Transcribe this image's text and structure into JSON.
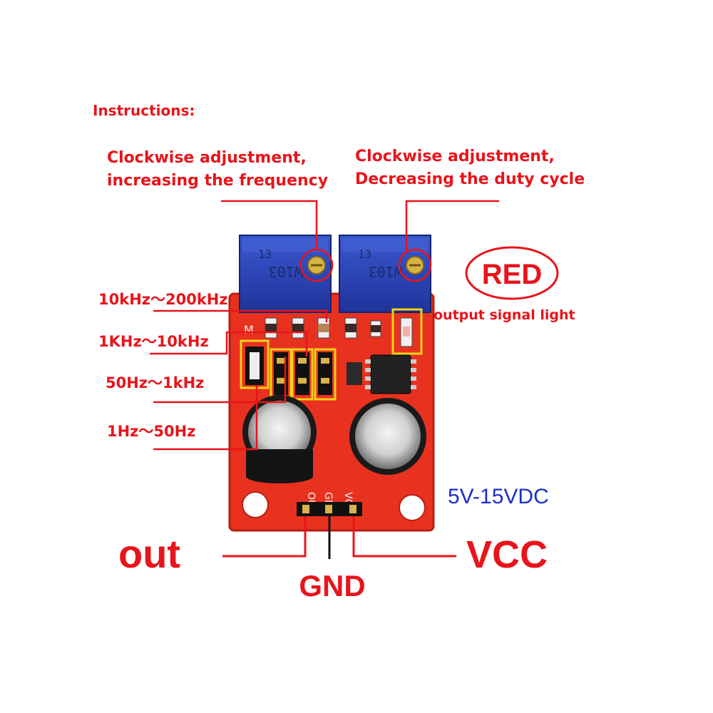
{
  "title": "Instructions:",
  "pot_left": {
    "line1": "Clockwise adjustment,",
    "line2": "increasing the frequency",
    "code": "13",
    "value": "W103"
  },
  "pot_right": {
    "line1": "Clockwise adjustment,",
    "line2": "Decreasing the duty cycle",
    "code": "13",
    "value": "W103"
  },
  "led": {
    "color_label": "RED",
    "caption": "output signal light"
  },
  "ranges": [
    "10kHz～200kHz",
    "1KHz～10kHz",
    "50Hz～1kHz",
    "1Hz～50Hz"
  ],
  "voltage": "5V-15VDC",
  "pins": {
    "out_silk": "OUT",
    "gnd_silk": "GND",
    "vcc_silk": "VCC",
    "out_label": "out",
    "gnd_label": "GND",
    "vcc_label": "VCC"
  },
  "board_marking": "M",
  "colors": {
    "accent": "#e8141b",
    "board": "#e8321f",
    "pot": "#2b45b8",
    "highlight": "#f3d21a",
    "voltage": "#1c2ec9"
  }
}
